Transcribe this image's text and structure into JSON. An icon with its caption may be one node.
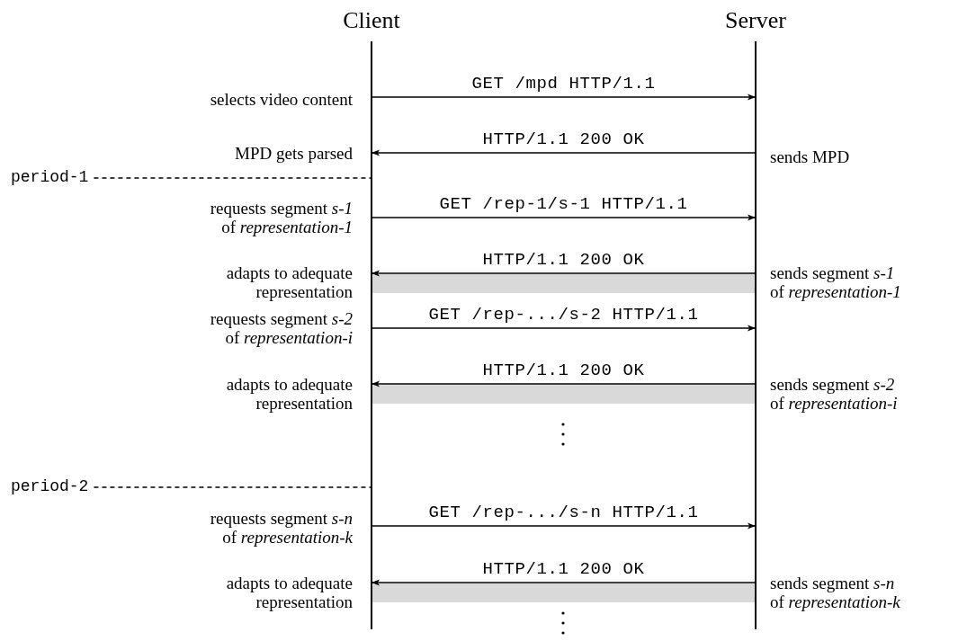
{
  "diagram": {
    "nodes": [
      {
        "text": [
          "Client"
        ]
      },
      {
        "text": [
          "Server"
        ]
      },
      {
        "text": [
          "period-1"
        ]
      },
      {
        "text": [
          "period-2"
        ]
      },
      {
        "text": [],
        "shape": "bar"
      },
      {
        "text": [],
        "shape": "bar"
      },
      {
        "text": [],
        "shape": "bar"
      }
    ],
    "edges": [
      {
        "from": 0,
        "to": 1,
        "arrow": "to",
        "label": "GET /mpd HTTP/1.1"
      },
      {
        "from": 1,
        "to": 0,
        "arrow": "to",
        "label": "HTTP/1.1 200 OK"
      },
      {
        "from": 2,
        "to": 0,
        "arrow": "none",
        "style": "dashed"
      },
      {
        "from": 0,
        "to": 1,
        "arrow": "to",
        "label": "GET /rep-1/s-1 HTTP/1.1"
      },
      {
        "from": 1,
        "to": 0,
        "arrow": "to",
        "label": "HTTP/1.1 200 OK"
      },
      {
        "from": 0,
        "to": 1,
        "arrow": "to",
        "label": "GET /rep-.../s-2 HTTP/1.1"
      },
      {
        "from": 1,
        "to": 0,
        "arrow": "to",
        "label": "HTTP/1.1 200 OK"
      },
      {
        "from": 3,
        "to": 0,
        "arrow": "none",
        "style": "dashed"
      },
      {
        "from": 0,
        "to": 1,
        "arrow": "to",
        "label": "GET /rep-.../s-n HTTP/1.1"
      },
      {
        "from": 1,
        "to": 0,
        "arrow": "to",
        "label": "HTTP/1.1 200 OK"
      }
    ],
    "labels": [
      "selects video content",
      "MPD gets parsed",
      "sends MPD",
      "requests segment *s-1* of *representation-1*",
      "adapts to adequate representation",
      "sends segment *s-1* of *representation-1*",
      "requests segment *s-2* of *representation-i*",
      "adapts to adequate representation",
      "sends segment *s-2* of *representation-i*",
      "requests segment *s-n* of *representation-k*",
      "adapts to adequate representation",
      "sends segment *s-n* of *representation-k*"
    ]
  }
}
